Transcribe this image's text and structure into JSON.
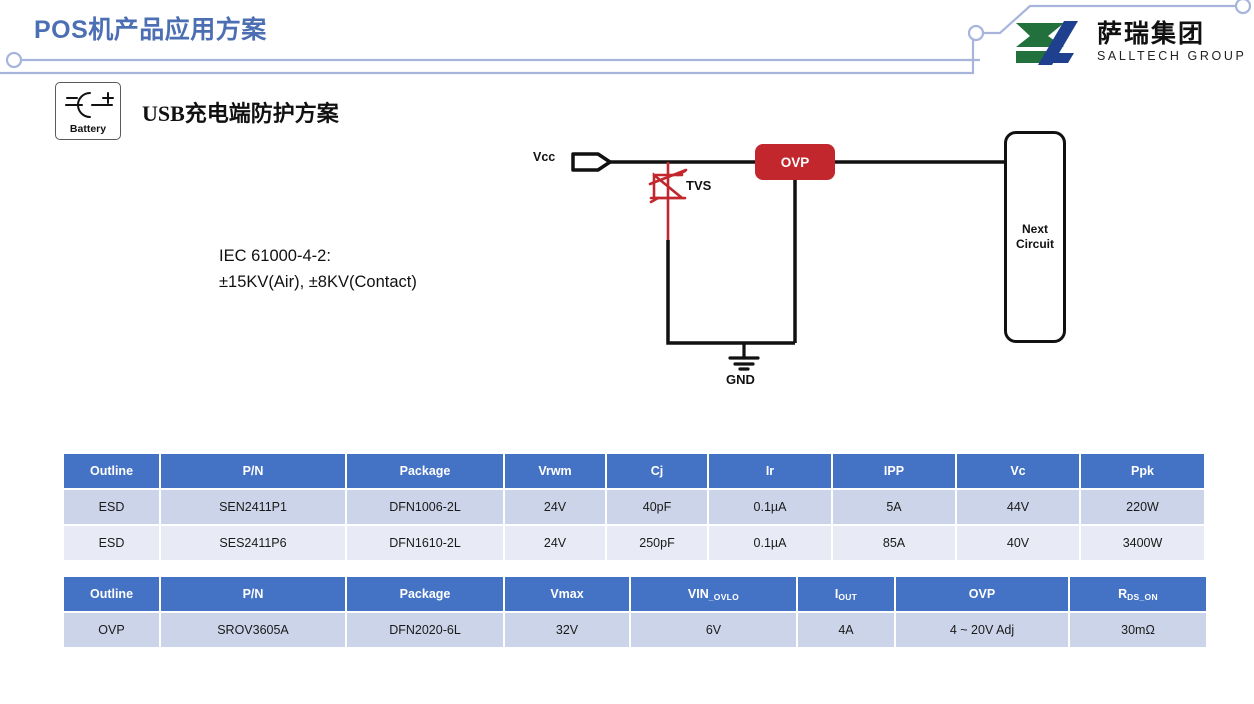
{
  "header": {
    "title": "POS机产品应用方案",
    "title_color": "#4c6fb4",
    "trace_color": "#a7b4dc"
  },
  "logo": {
    "cn_name": "萨瑞集团",
    "en_name": "SALLTECH GROUP",
    "green": "#22713c",
    "blue": "#1f3f8f"
  },
  "section": {
    "badge_label": "Battery",
    "subtitle": "USB充电端防护方案"
  },
  "spec_note": {
    "line1": "IEC 61000-4-2:",
    "line2": "±15KV(Air), ±8KV(Contact)"
  },
  "circuit": {
    "vcc_label": "Vcc",
    "tvs_label": "TVS",
    "gnd_label": "GND",
    "ovp_label": "OVP",
    "next_circuit_label": "Next\nCircuit",
    "tvs_color": "#c1272d",
    "ovp_color": "#c1272d",
    "wire_color": "#111111"
  },
  "esd_table": {
    "headers": [
      "Outline",
      "P/N",
      "Package",
      "Vrwm",
      "Cj",
      "Ir",
      "IPP",
      "Vc",
      "Ppk"
    ],
    "rows": [
      [
        "ESD",
        "SEN2411P1",
        "DFN1006-2L",
        "24V",
        "40pF",
        "0.1µA",
        "5A",
        "44V",
        "220W"
      ],
      [
        "ESD",
        "SES2411P6",
        "DFN1610-2L",
        "24V",
        "250pF",
        "0.1µA",
        "85A",
        "40V",
        "3400W"
      ]
    ]
  },
  "ovp_table": {
    "headers": [
      {
        "main": "Outline",
        "sub": ""
      },
      {
        "main": "P/N",
        "sub": ""
      },
      {
        "main": "Package",
        "sub": ""
      },
      {
        "main": "Vmax",
        "sub": ""
      },
      {
        "main": "VIN",
        "sub": "_OVLO"
      },
      {
        "main": "I",
        "sub": "OUT"
      },
      {
        "main": "OVP",
        "sub": ""
      },
      {
        "main": "R",
        "sub": "DS_ON"
      }
    ],
    "rows": [
      [
        "OVP",
        "SROV3605A",
        "DFN2020-6L",
        "32V",
        "6V",
        "4A",
        "4 ~ 20V Adj",
        "30mΩ"
      ]
    ]
  },
  "theme": {
    "table_header_bg": "#4472c4",
    "row_a_bg": "#ccd4e9",
    "row_b_bg": "#e8ebf5"
  }
}
